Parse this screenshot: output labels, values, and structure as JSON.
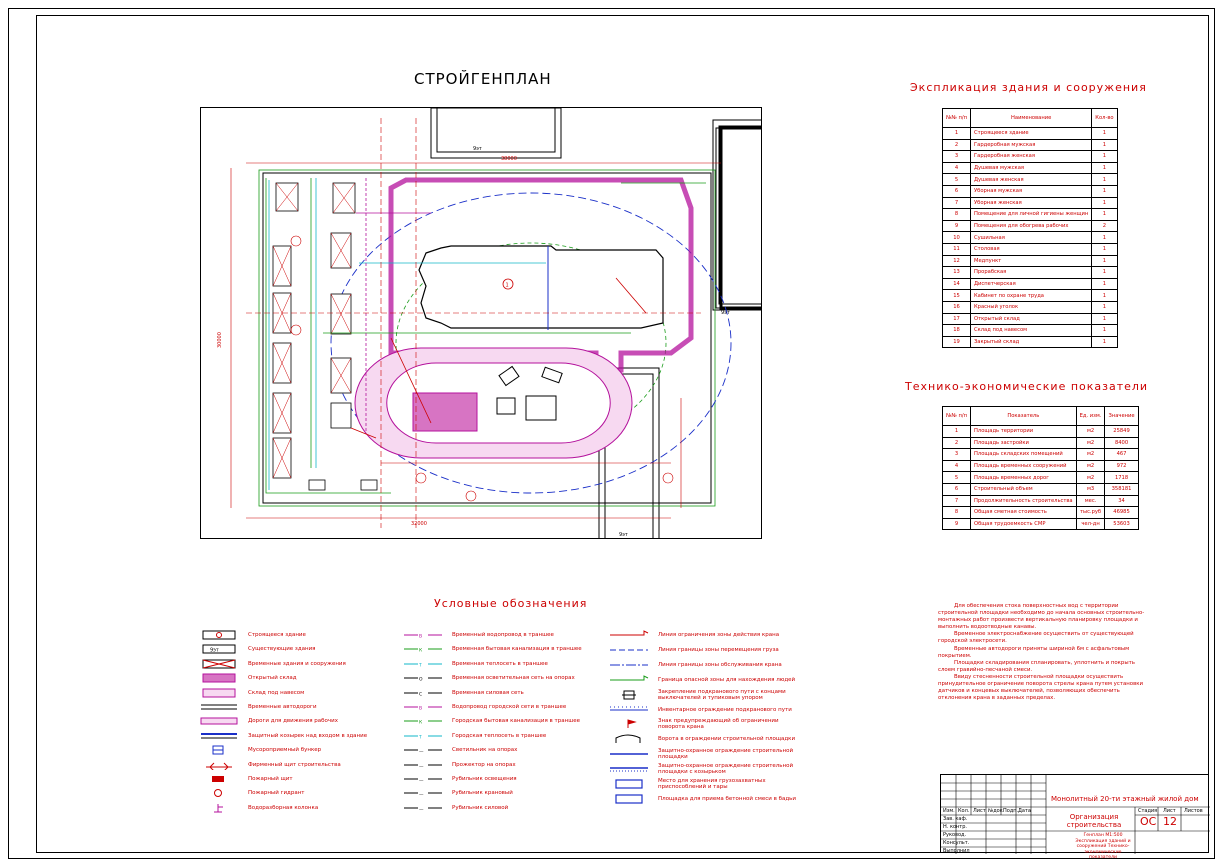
{
  "drawing": {
    "main_title": "СТРОЙГЕНПЛАН",
    "explication_title": "Экспликация здания и сооружения",
    "tep_title": "Технико-экономические показатели",
    "legend_title": "Условные обозначения"
  },
  "explication": {
    "headers": [
      "№№ п/п",
      "Наименование",
      "Кол-во"
    ],
    "rows": [
      [
        "1",
        "Строящееся здание",
        "1"
      ],
      [
        "2",
        "Гардеробная мужская",
        "1"
      ],
      [
        "3",
        "Гардеробная женская",
        "1"
      ],
      [
        "4",
        "Душевая мужская",
        "1"
      ],
      [
        "5",
        "Душевая женская",
        "1"
      ],
      [
        "6",
        "Уборная мужская",
        "1"
      ],
      [
        "7",
        "Уборная женская",
        "1"
      ],
      [
        "8",
        "Помещение для личной гигиены женщин",
        "1"
      ],
      [
        "9",
        "Помещения для обогрева рабочих",
        "2"
      ],
      [
        "10",
        "Сушильная",
        "1"
      ],
      [
        "11",
        "Столовая",
        "1"
      ],
      [
        "12",
        "Медпункт",
        "1"
      ],
      [
        "13",
        "Прорабская",
        "1"
      ],
      [
        "14",
        "Диспетчерская",
        "1"
      ],
      [
        "15",
        "Кабинет по охране труда",
        "1"
      ],
      [
        "16",
        "Красный уголок",
        "1"
      ],
      [
        "17",
        "Открытый склад",
        "1"
      ],
      [
        "18",
        "Склад под навесом",
        "1"
      ],
      [
        "19",
        "Закрытый склад",
        "1"
      ]
    ]
  },
  "tep": {
    "headers": [
      "№№ п/п",
      "Показатель",
      "Ед. изм.",
      "Значение"
    ],
    "rows": [
      [
        "1",
        "Площадь территории",
        "м2",
        "25849"
      ],
      [
        "2",
        "Площадь застройки",
        "м2",
        "8400"
      ],
      [
        "3",
        "Площадь складских помещений",
        "м2",
        "467"
      ],
      [
        "4",
        "Площадь временных сооружений",
        "м2",
        "972"
      ],
      [
        "5",
        "Площадь временных дорог",
        "м2",
        "1718"
      ],
      [
        "6",
        "Строительный объем",
        "м3",
        "358181"
      ],
      [
        "7",
        "Продолжительность строительства",
        "мес.",
        "34"
      ],
      [
        "8",
        "Общая сметная стоимость",
        "тыс.руб",
        "46985"
      ],
      [
        "9",
        "Общая трудоемкость СМР",
        "чел-дн",
        "53603"
      ]
    ]
  },
  "legend": {
    "col1": [
      "Строящееся здание",
      "Существующие здания",
      "Временные здания и сооружения",
      "Открытый склад",
      "Склад под навесом",
      "Временные автодороги",
      "Дороги для движения рабочих",
      "Защитный козырек над входом в здание",
      "Мусороприемный бункер",
      "Фирменный щит строительства",
      "Пожарный щит",
      "Пожарный гидрант",
      "Водоразборная колонка"
    ],
    "col2": [
      "Временный водопровод в траншее",
      "Временная бытовая канализация в траншее",
      "Временная теплосеть в траншее",
      "Временная осветительная сеть на опорах",
      "Временная силовая сеть",
      "Водопровод городской сети в траншее",
      "Городская бытовая канализация в траншее",
      "Городская теплосеть в траншее",
      "Светильник на опорах",
      "Прожектор на опорах",
      "Рубильник освещения",
      "Рубильник крановый",
      "Рубильник силовой"
    ],
    "col3": [
      "Линия ограничения зоны действия крана",
      "Линия границы зоны перемещения груза",
      "Линия границы зоны обслуживания крана",
      "Граница опасной зоны для нахождения людей",
      "Закрепление подкранового пути с концами выключателей и тупиковым упором",
      "Инвентарное ограждение подкранового пути",
      "Знак предупреждающий об ограничении поворота крана",
      "Ворота в ограждении строительной площадки",
      "Защитно-охранное ограждение строительной площадки",
      "Защитно-охранное ограждение строительной площадки с козырьком",
      "Место для хранения грузозахватных приспособлений и тары",
      "Площадка для приема бетонной смеси в бадьи"
    ]
  },
  "notes": [
    "Для обеспечения стока поверхностных вод с территории строительной площадки необходимо до начала основных строительно-монтажных работ произвести вертикальную планировку площадки и выполнить водоотводные канавы.",
    "Временное электроснабжение осуществить от существующей городской электросети.",
    "Временные автодороги приняты шириной 6м с асфальтовым покрытием.",
    "Площадки складирования спланировать, уплотнить и покрыть слоем гравийно-песчаной смеси.",
    "Ввиду стесненности строительной площадки осуществить принудительное ограничение поворота стрелы крана путем установки датчиков и концевых выключателей, позволяющих обеспечить отклонения крана в заданных пределах."
  ],
  "stamp": {
    "project": "Монолитный 20-ти этажный жилой дом",
    "section": "Организация строительства",
    "stage_h": "Стадия",
    "sheet_h": "Лист",
    "sheets_h": "Листов",
    "stage": "ОС",
    "sheet": "12",
    "sheet_desc": "Генплан М1:500 Экспликация зданий и сооружений Технико-экономические показатели",
    "col_labels": [
      "Изм.",
      "Кол.",
      "Лист",
      "№док",
      "Подп.",
      "Дата"
    ],
    "row_labels": [
      "Зав. каф.",
      "Н. контр.",
      "Руковод.",
      "Консульт.",
      "Выполнил"
    ]
  },
  "plan_labels": {
    "dim_top": "38000",
    "dim_left": "30000",
    "dim_bottom": "32000",
    "building_mark": "①",
    "house_marks": [
      "9эт",
      "9эт",
      "9эт",
      "9эт"
    ]
  }
}
